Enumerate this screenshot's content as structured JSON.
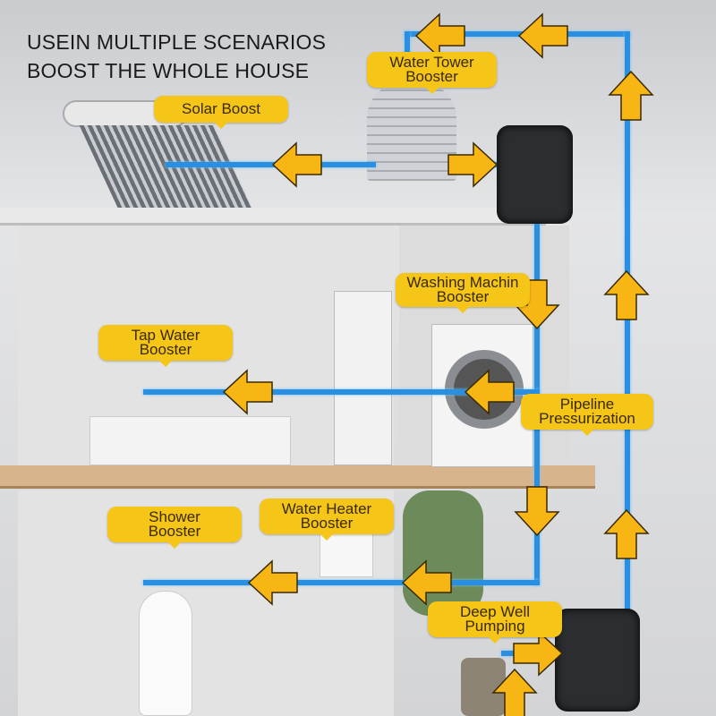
{
  "title": {
    "line1": "USEIN MULTIPLE SCENARIOS",
    "line2": "BOOST THE WHOLE HOUSE"
  },
  "labels": {
    "water_tower": [
      "Water Tower",
      "Booster"
    ],
    "solar": "Solar Boost",
    "washing": [
      "Washing Machin",
      "Booster"
    ],
    "tap": [
      "Tap Water",
      "Booster"
    ],
    "pipeline": [
      "Pipeline",
      "Pressurization"
    ],
    "shower": [
      "Shower",
      "Booster"
    ],
    "water_heater": [
      "Water Heater",
      "Booster"
    ],
    "deep_well": [
      "Deep Well",
      "Pumping"
    ]
  },
  "colors": {
    "pipe": "#2a8fe0",
    "arrow": "#f7b614",
    "label": "#f5c518"
  }
}
